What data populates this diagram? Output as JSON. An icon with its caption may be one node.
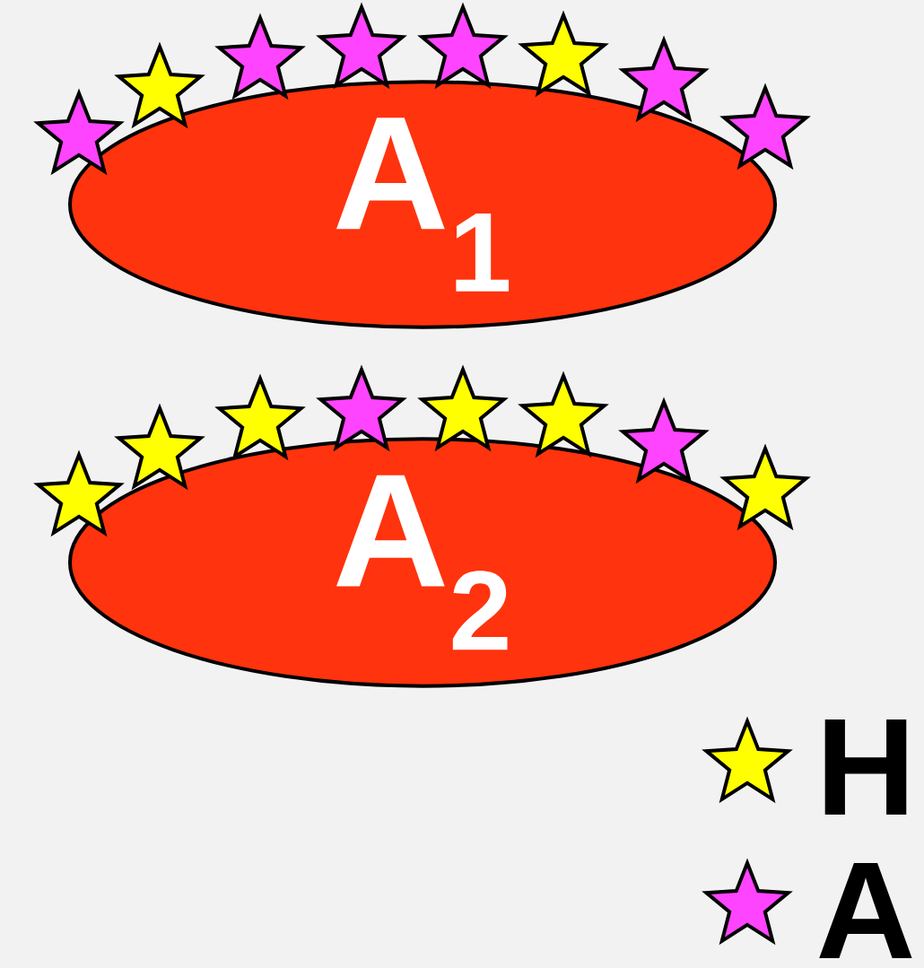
{
  "diagram": {
    "nodes": [
      {
        "text": [
          "A$_{1}$"
        ]
      },
      {
        "text": [],
        "shape": "star"
      },
      {
        "text": [],
        "shape": "star"
      },
      {
        "text": [],
        "shape": "star"
      },
      {
        "text": [],
        "shape": "star"
      },
      {
        "text": [],
        "shape": "star"
      },
      {
        "text": [],
        "shape": "star"
      },
      {
        "text": [],
        "shape": "star"
      },
      {
        "text": [],
        "shape": "star"
      },
      {
        "text": [
          "A$_{2}$"
        ]
      },
      {
        "text": [],
        "shape": "star"
      },
      {
        "text": [],
        "shape": "star"
      },
      {
        "text": [],
        "shape": "star"
      },
      {
        "text": [],
        "shape": "star"
      },
      {
        "text": [],
        "shape": "star"
      },
      {
        "text": [],
        "shape": "star"
      },
      {
        "text": [],
        "shape": "star"
      },
      {
        "text": [],
        "shape": "star"
      }
    ],
    "edges": [],
    "legend": [
      {
        "text": "H",
        "color": "#ffff00"
      },
      {
        "text": "A",
        "color": "#ff44ff"
      }
    ]
  }
}
